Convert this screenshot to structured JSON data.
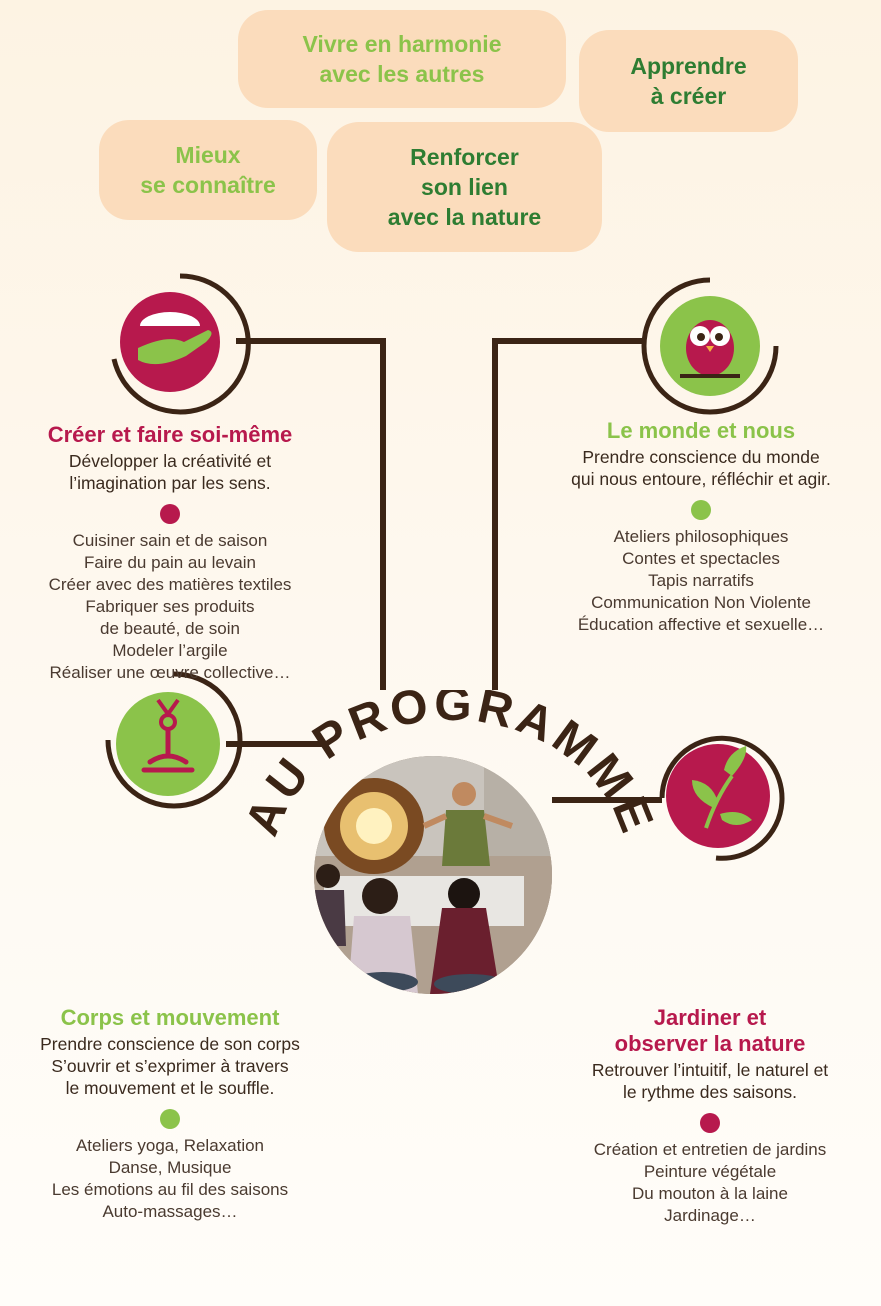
{
  "goals": [
    "Vivre en harmonie\navec les autres",
    "Apprendre\nà créer",
    "Mieux\nse connaître",
    "Renforcer\nson lien\navec la nature"
  ],
  "center": {
    "title": "AU PROGRAMME"
  },
  "sections": {
    "creer": {
      "title": "Créer et faire soi-même",
      "description": "Développer la créativité et\nl’imagination par les sens.",
      "items": [
        "Cuisiner sain et de saison",
        "Faire du pain au levain",
        "Créer avec des matières textiles",
        "Fabriquer ses produits",
        "de beauté, de soin",
        "Modeler l’argile",
        "Réaliser une œuvre collective…"
      ]
    },
    "monde": {
      "title": "Le monde et nous",
      "description": "Prendre conscience du monde\nqui nous entoure, réfléchir et agir.",
      "items": [
        "Ateliers philosophiques",
        "Contes et spectacles",
        "Tapis narratifs",
        "Communication Non Violente",
        "Éducation affective et sexuelle…"
      ]
    },
    "corps": {
      "title": "Corps et mouvement",
      "description": "Prendre conscience de son corps\nS’ouvrir et s’exprimer à travers\nle mouvement et le souffle.",
      "items": [
        "Ateliers yoga, Relaxation",
        "Danse, Musique",
        "Les émotions au fil des saisons",
        "Auto-massages…"
      ]
    },
    "jardiner": {
      "title": "Jardiner et\nobserver la nature",
      "description": "Retrouver l’intuitif, le naturel et\nle rythme des saisons.",
      "items": [
        "Création et entretien de jardins",
        "Peinture végétale",
        "Du mouton à la laine",
        "Jardinage…"
      ]
    }
  },
  "icons": {
    "creer": "hand-icon",
    "monde": "owl-icon",
    "corps": "yoga-icon",
    "jardiner": "leaf-icon",
    "photo": "workshop-photo"
  },
  "colors": {
    "crimson": "#b7194d",
    "green": "#8bc34a",
    "dark_green": "#2e7d32",
    "bubble": "#fbdcbc",
    "line": "#3b2415"
  }
}
